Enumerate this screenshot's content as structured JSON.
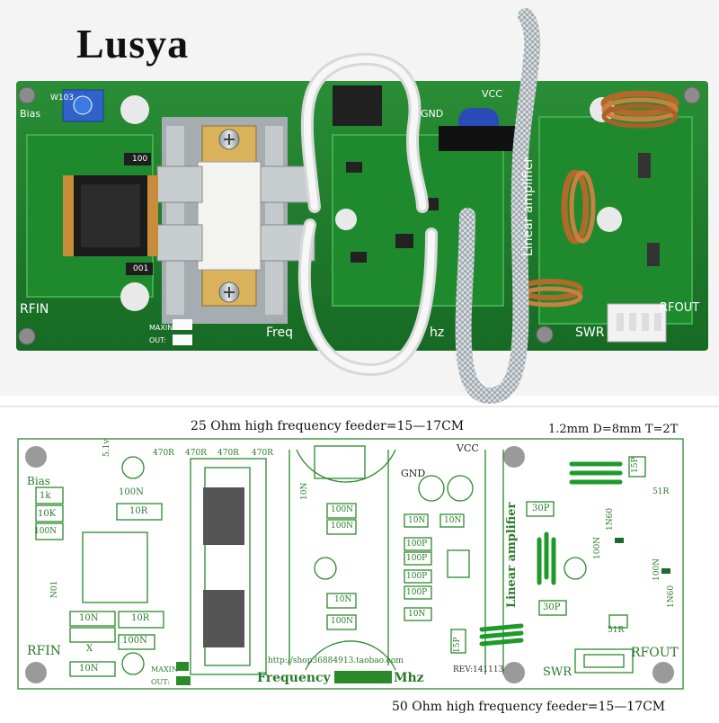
{
  "brand": "Lusya",
  "photo_labels": {
    "bias": "Bias",
    "rfin": "RFIN",
    "gnd": "GND",
    "vcc": "VCC",
    "linear": "Linear amplifier",
    "freq": "Freq",
    "hz": "hz",
    "swr": "SWR",
    "rfout": "RFOUT",
    "maxin": "MAXIN",
    "out": "OUT:",
    "r100": "100",
    "c001": "001",
    "w103": "W103"
  },
  "layout_labels": {
    "feeder25": "25 Ohm high frequency feeder=15—17CM",
    "feeder50": "50 Ohm high frequency feeder=15—17CM",
    "coil": "1.2mm    D=8mm    T=2T",
    "vcc": "VCC",
    "gnd": "GND",
    "bias": "Bias",
    "rfin": "RFIN",
    "rfout": "RFOUT",
    "swr": "SWR",
    "frequency": "Frequency",
    "mhz": "Mhz",
    "url": "http://shop36884913.taobao.com",
    "rev": "REV:141113",
    "linear": "Linear amplifier",
    "maxin": "MAXIN",
    "out": "OUT:"
  },
  "components": {
    "r470": "470R",
    "c100n": "100N",
    "r10": "10R",
    "r1k": "1k",
    "r10k": "10K",
    "c10n": "10N",
    "c100p": "100P",
    "c30p": "30P",
    "c15p": "15P",
    "c5p": "15P",
    "r51": "51R",
    "ind1n60": "1N60",
    "c5v1": "5.1v",
    "n01": "N01",
    "x": "X"
  },
  "colors": {
    "pcb": "#1f7d2c",
    "pcb_dark": "#145c1f",
    "silk_green": "#2a8a2a",
    "copper": "#b87333"
  }
}
